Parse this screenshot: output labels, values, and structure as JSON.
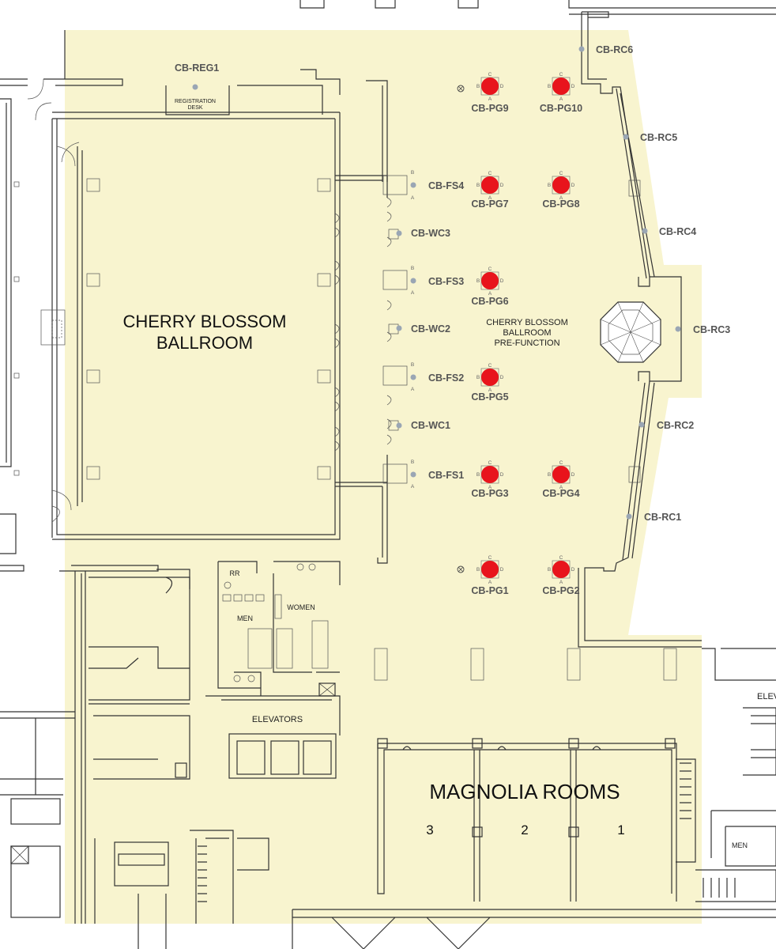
{
  "rooms": {
    "ballroom_line1": "CHERRY BLOSSOM",
    "ballroom_line2": "BALLROOM",
    "prefunction_line1": "CHERRY BLOSSOM",
    "prefunction_line2": "BALLROOM",
    "prefunction_line3": "PRE-FUNCTION",
    "magnolia": "MAGNOLIA ROOMS",
    "magnolia_1": "1",
    "magnolia_2": "2",
    "magnolia_3": "3",
    "registration_line1": "REGISTRATION",
    "registration_line2": "DESK",
    "elevators": "ELEVATORS",
    "men": "MEN",
    "women": "WOMEN",
    "restroom": "RR",
    "men_right": "MEN",
    "elevators_cut": "ELEV"
  },
  "points": {
    "reg1": "CB-REG1",
    "rc6": "CB-RC6",
    "rc5": "CB-RC5",
    "rc4": "CB-RC4",
    "rc3": "CB-RC3",
    "rc2": "CB-RC2",
    "rc1": "CB-RC1",
    "fs4": "CB-FS4",
    "fs3": "CB-FS3",
    "fs2": "CB-FS2",
    "fs1": "CB-FS1",
    "wc3": "CB-WC3",
    "wc2": "CB-WC2",
    "wc1": "CB-WC1",
    "pg1": "CB-PG1",
    "pg2": "CB-PG2",
    "pg3": "CB-PG3",
    "pg4": "CB-PG4",
    "pg5": "CB-PG5",
    "pg6": "CB-PG6",
    "pg7": "CB-PG7",
    "pg8": "CB-PG8",
    "pg9": "CB-PG9",
    "pg10": "CB-PG10"
  },
  "box_letters": {
    "a": "A",
    "b": "B",
    "c": "C",
    "d": "D"
  },
  "colors": {
    "highlight": "#f8f4cf",
    "pg_marker": "#e8141c",
    "point_marker": "#9aa6b4",
    "label": "#555555"
  },
  "icons": {
    "pg_marker": "red-circle-icon",
    "point_marker": "grey-dot-icon",
    "stair": "octagonal-stair-icon"
  }
}
